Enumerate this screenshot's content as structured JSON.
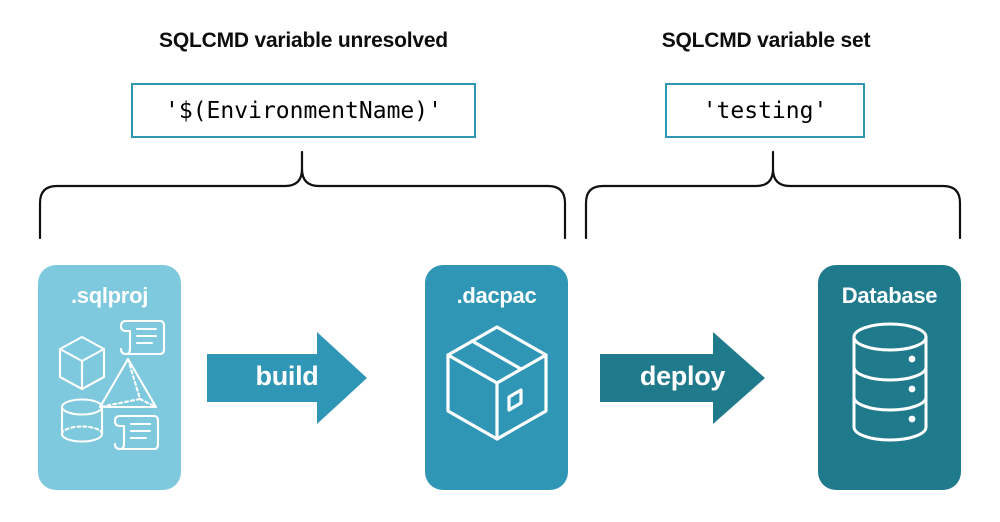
{
  "diagram": {
    "title_left": "SQLCMD variable unresolved",
    "title_right": "SQLCMD variable set",
    "code_left": "'$(EnvironmentName)'",
    "code_right": "'testing'",
    "stages": [
      {
        "label": ".sqlproj",
        "icon": "shapes-and-scripts-icon",
        "color": "#7ec9dd"
      },
      {
        "label": ".dacpac",
        "icon": "package-box-icon",
        "color": "#2f96b6"
      },
      {
        "label": "Database",
        "icon": "database-cylinder-icon",
        "color": "#1f7a8c"
      }
    ],
    "arrows": [
      {
        "label": "build",
        "color": "#2f96b6"
      },
      {
        "label": "deploy",
        "color": "#1f7a8c"
      }
    ],
    "colors": {
      "light_blue": "#7ec9dd",
      "mid_teal": "#2f96b6",
      "dark_teal": "#1f7a8c",
      "code_border": "#3196b4",
      "brace_stroke": "#111111",
      "text_dark": "#0d0d0d",
      "text_light": "#ffffff",
      "background": "#ffffff"
    },
    "icon_names": {
      "brace_left": "curly-brace-icon",
      "brace_right": "curly-brace-icon",
      "cube": "wireframe-cube-icon",
      "pyramid": "wireframe-pyramid-icon",
      "cylinder": "wireframe-cylinder-icon",
      "script_top": "script-scroll-icon",
      "script_bottom": "script-scroll-icon",
      "package": "package-box-icon",
      "database": "database-cylinder-icon"
    }
  }
}
